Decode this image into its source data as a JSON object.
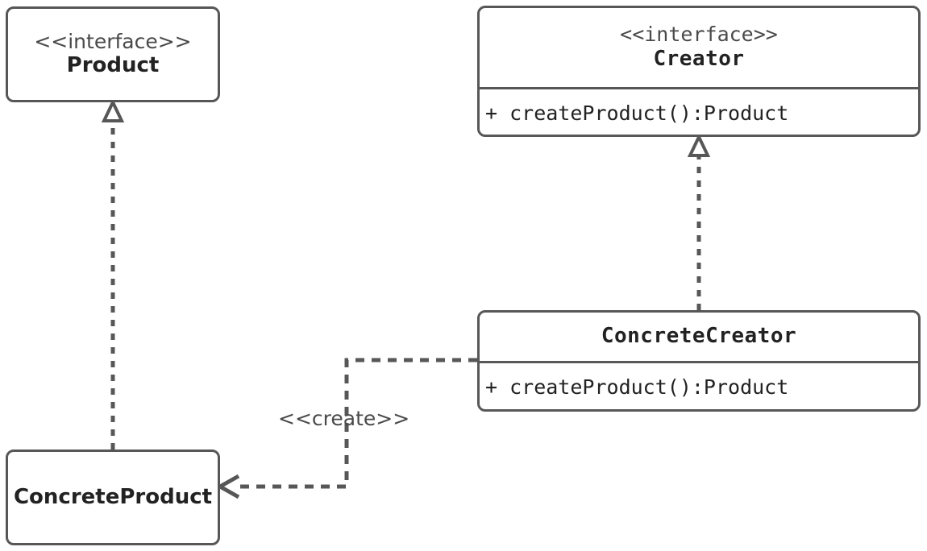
{
  "diagram": {
    "kind": "uml-class-diagram",
    "pattern": "Factory Method",
    "background_color": "#ffffff",
    "stroke_color": "#575757",
    "text_color": "#222222",
    "stereotype_color": "#4a4a4a"
  },
  "classes": {
    "product": {
      "stereotype": "<<interface>>",
      "name": "Product",
      "operations": []
    },
    "creator": {
      "stereotype": "<<interface>>",
      "name": "Creator",
      "operations": [
        {
          "text": "+ createProduct():Product"
        }
      ]
    },
    "concrete_product": {
      "stereotype": "",
      "name": "ConcreteProduct",
      "operations": []
    },
    "concrete_creator": {
      "stereotype": "",
      "name": "ConcreteCreator",
      "operations": [
        {
          "text": "+ createProduct():Product"
        }
      ]
    }
  },
  "relationships": {
    "product_realization": {
      "type": "realization",
      "from": "ConcreteProduct",
      "to": "Product",
      "line_style": "dashed",
      "arrowhead": "hollow-triangle",
      "label": ""
    },
    "creator_realization": {
      "type": "realization",
      "from": "ConcreteCreator",
      "to": "Creator",
      "line_style": "dashed",
      "arrowhead": "hollow-triangle",
      "label": ""
    },
    "create_dependency": {
      "type": "dependency",
      "from": "ConcreteCreator",
      "to": "ConcreteProduct",
      "line_style": "dashed",
      "arrowhead": "open",
      "label": "<<create>>"
    }
  }
}
